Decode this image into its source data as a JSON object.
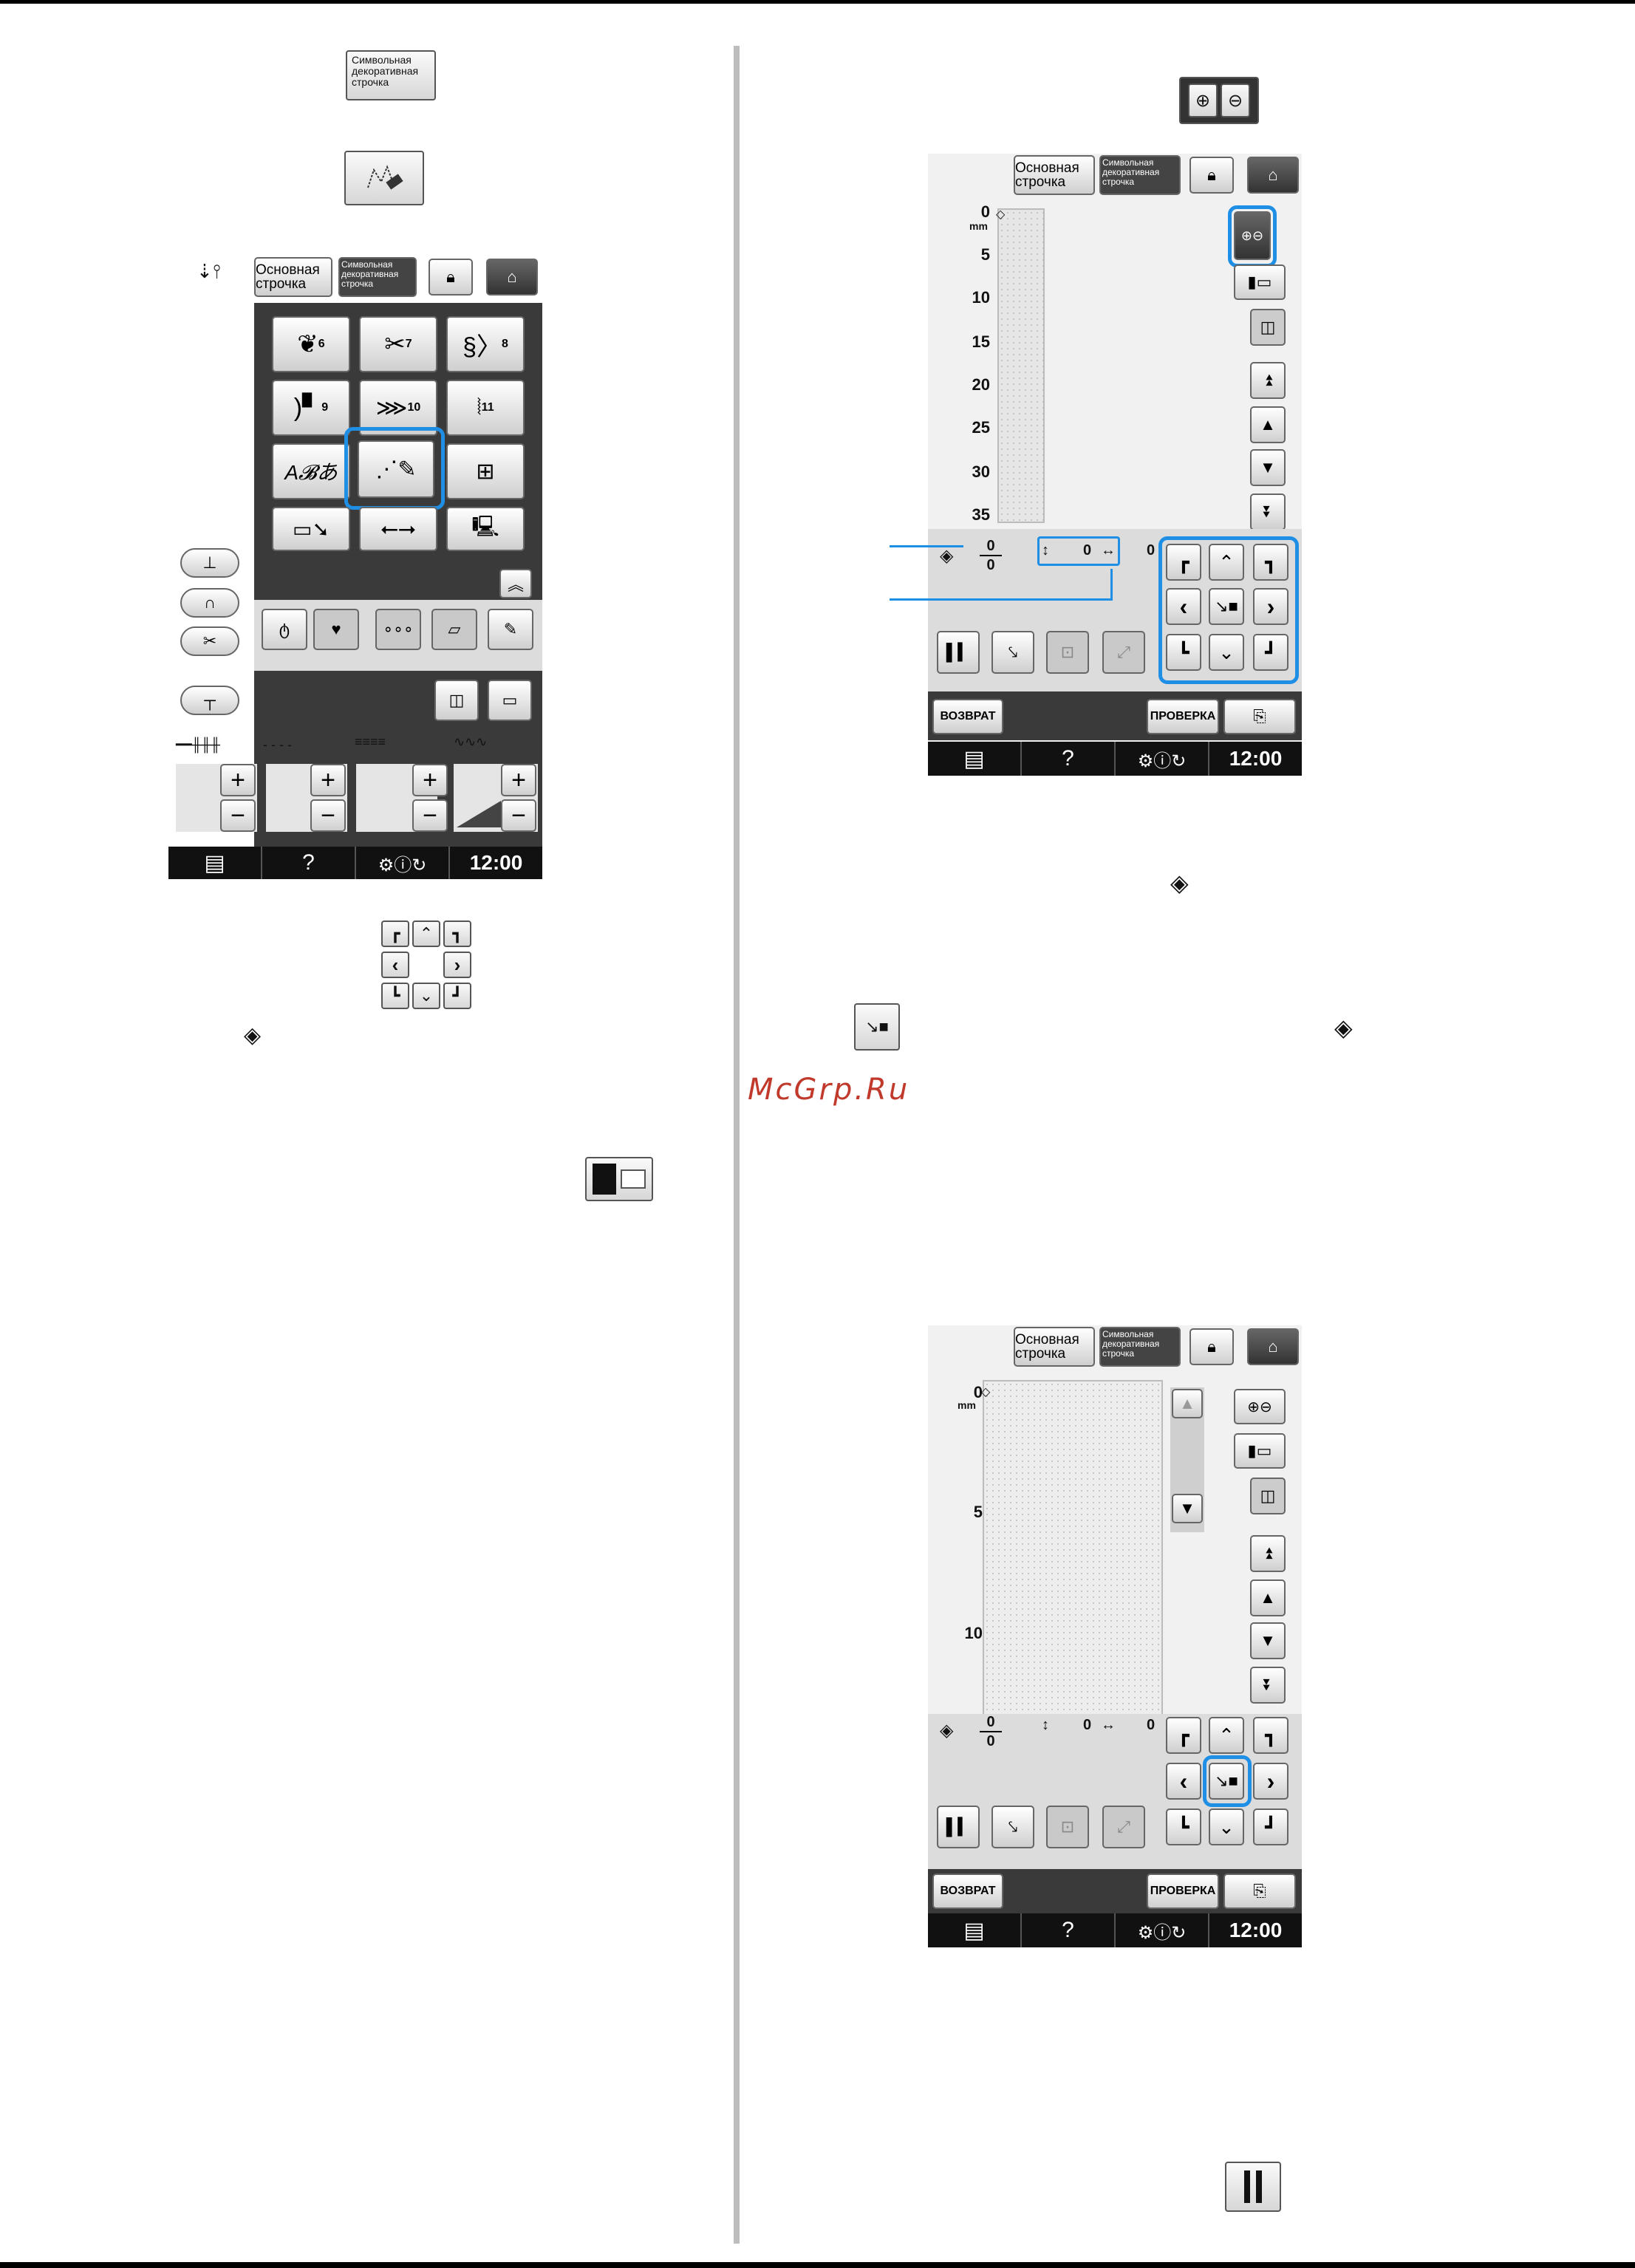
{
  "tabs": {
    "basic": "Основная строчка",
    "decorative": "Символьная декоративная строчка"
  },
  "step1_button_label": "Символьная декоративная строчка",
  "stitch_grid": {
    "row1_numbers": [
      "6",
      "7",
      "8"
    ],
    "row2_numbers": [
      "9",
      "10",
      "11"
    ],
    "font_sample": "A𝓑あ"
  },
  "status_bar": {
    "page_icon": "page-icon",
    "help": "?",
    "time": "12:00"
  },
  "bottom_buttons": {
    "back": "ВОЗВРАТ",
    "check": "ПРОВЕРКА"
  },
  "ruler_large": {
    "unit": "mm",
    "ticks": [
      "0",
      "5",
      "10",
      "15",
      "20",
      "25",
      "30",
      "35"
    ]
  },
  "ruler_zoomed": {
    "unit": "mm",
    "ticks": [
      "0",
      "5",
      "10"
    ]
  },
  "readout": {
    "numerator": "0",
    "denominator": "0",
    "vertical": "0",
    "horizontal": "0"
  },
  "arrow_keys": {
    "up": "⌃",
    "down": "⌄",
    "left": "‹",
    "right": "›"
  },
  "watermark": "McGrp.Ru",
  "colors": {
    "highlight": "#1f8fe6",
    "screen_dark": "#3a3a3a",
    "status_bar": "#111111"
  }
}
